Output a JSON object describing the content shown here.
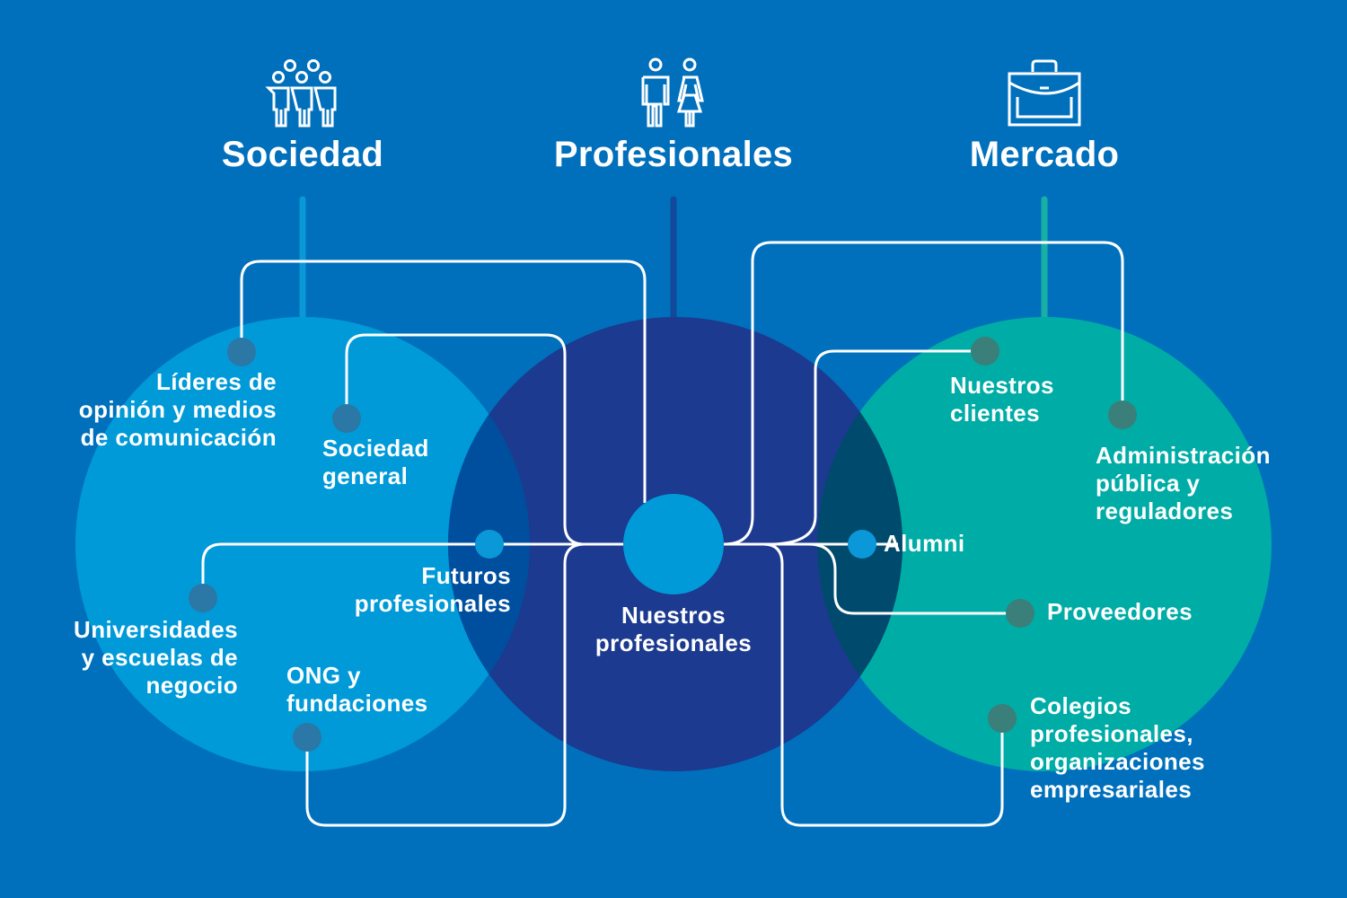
{
  "colors": {
    "background": "#0070bc",
    "sociedad_circle": "#009ad9",
    "profesionales_circle": "#1c3a8f",
    "mercado_circle": "#00aca6",
    "overlap_left": "#004f9f",
    "overlap_right": "#004a6d",
    "sociedad_stem": "#0a98d6",
    "profesionales_stem": "#114a9a",
    "mercado_stem": "#17b0a4",
    "node_sociedad": "#2b77a6",
    "node_mercado": "#3a7f7a",
    "node_accent": "#0a98d9",
    "line": "#ffffff"
  },
  "groups": [
    {
      "id": "sociedad",
      "title": "Sociedad",
      "icon": "group-people-icon"
    },
    {
      "id": "profesionales",
      "title": "Profesionales",
      "icon": "man-woman-icon"
    },
    {
      "id": "mercado",
      "title": "Mercado",
      "icon": "briefcase-icon"
    }
  ],
  "center": {
    "label": "Nuestros\nprofesionales"
  },
  "stakeholders": {
    "lideres": "Líderes de\nopinión y medios\nde comunicación",
    "sociedad_general": "Sociedad\ngeneral",
    "futuros": "Futuros\nprofesionales",
    "universidades": "Universidades\ny escuelas de\nnegocio",
    "ong": "ONG y\nfundaciones",
    "clientes": "Nuestros\nclientes",
    "administracion": "Administración\npública y\nreguladores",
    "alumni": "Alumni",
    "proveedores": "Proveedores",
    "colegios": "Colegios\nprofesionales,\norganizaciones\nempresariales"
  }
}
